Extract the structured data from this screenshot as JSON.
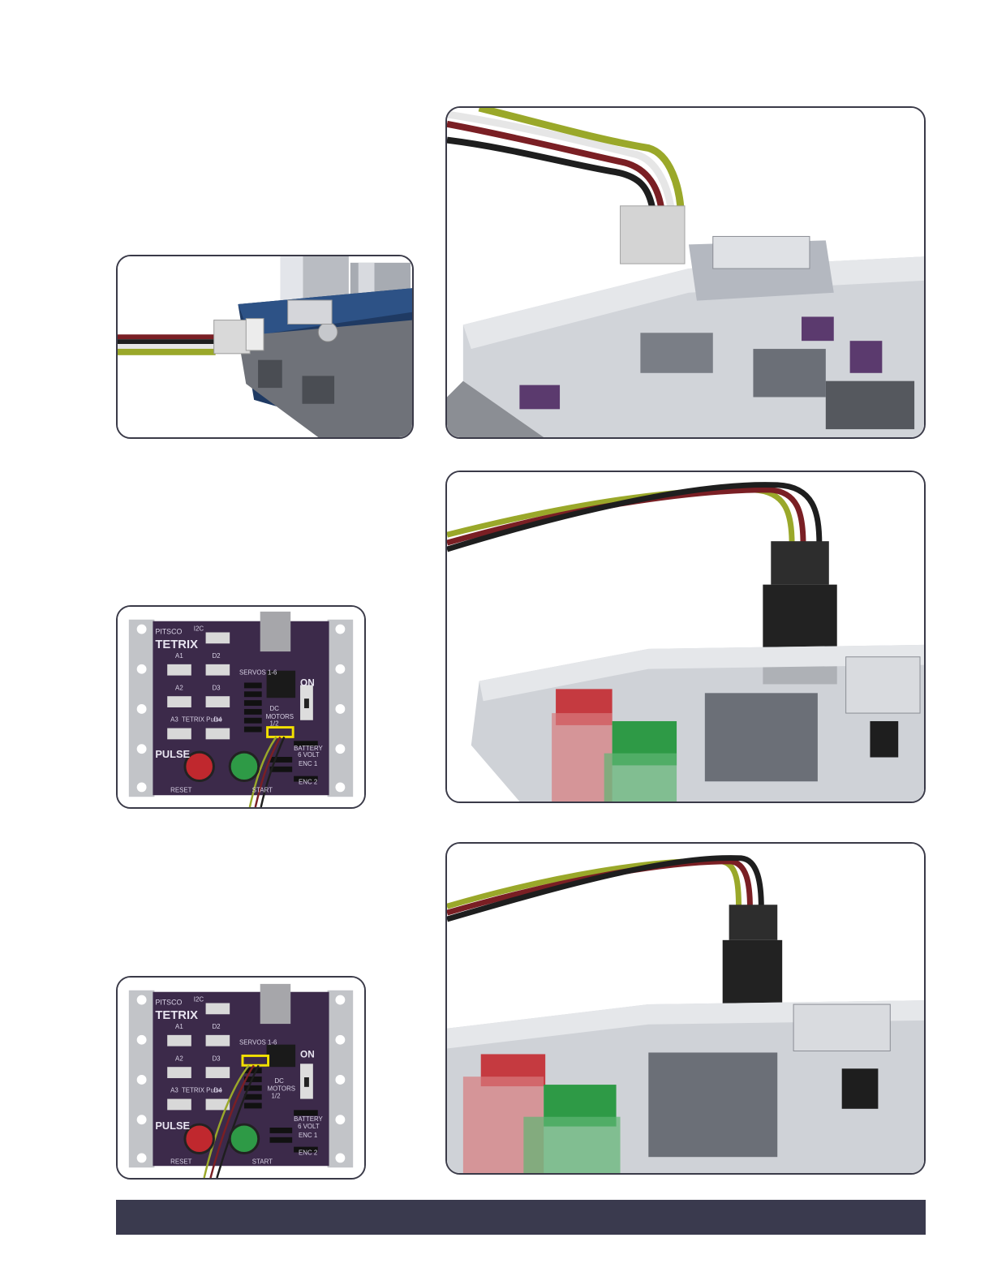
{
  "figures": {
    "sensor_closeup": {
      "icon": "ultrasonic-sensor-connector"
    },
    "pwm_connector": {
      "icon": "pwm-port-connector"
    },
    "board_dc_motor": {
      "icon": "pulse-controller-board",
      "highlight": "dc-motors-1-2",
      "labels": {
        "brand_small": "PITSCO",
        "brand": "TETRIX",
        "i2c": "I2C",
        "a1": "A1",
        "a2": "A2",
        "a3": "A3",
        "d2": "D2",
        "d3": "D3",
        "d4": "D4",
        "servos": "SERVOS 1-6",
        "on": "ON",
        "dc": "DC",
        "motors": "MOTORS",
        "motor_port": "1/2",
        "battery": "BATTERY",
        "volt": "6 VOLT",
        "enc1": "ENC 1",
        "enc2": "ENC 2",
        "pulse": "PULSE",
        "reset": "RESET",
        "start": "START",
        "prizm": "TETRIX Pulse"
      }
    },
    "connector_dc_motor": {
      "icon": "motor-port-connector"
    },
    "board_servo": {
      "icon": "pulse-controller-board",
      "highlight": "servos-1-6",
      "labels": {
        "brand_small": "PITSCO",
        "brand": "TETRIX",
        "i2c": "I2C",
        "a1": "A1",
        "a2": "A2",
        "a3": "A3",
        "d2": "D2",
        "d3": "D3",
        "d4": "D4",
        "servos": "SERVOS 1-6",
        "on": "ON",
        "dc": "DC",
        "motors": "MOTORS",
        "motor_port": "1/2",
        "battery": "BATTERY",
        "volt": "6 VOLT",
        "enc1": "ENC 1",
        "enc2": "ENC 2",
        "pulse": "PULSE",
        "reset": "RESET",
        "start": "START",
        "prizm": "TETRIX Pulse"
      }
    },
    "connector_servo": {
      "icon": "servo-port-connector"
    }
  },
  "colors": {
    "footer_bar": "#3a3a4e",
    "panel_border": "#3a3a48",
    "wire_yellow": "#9aa82a",
    "wire_red": "#7a1f24",
    "wire_black": "#1e1e1e",
    "wire_white": "#e6e6e6",
    "pcb_purple": "#3c2a4a",
    "highlight": "#f2e000"
  }
}
